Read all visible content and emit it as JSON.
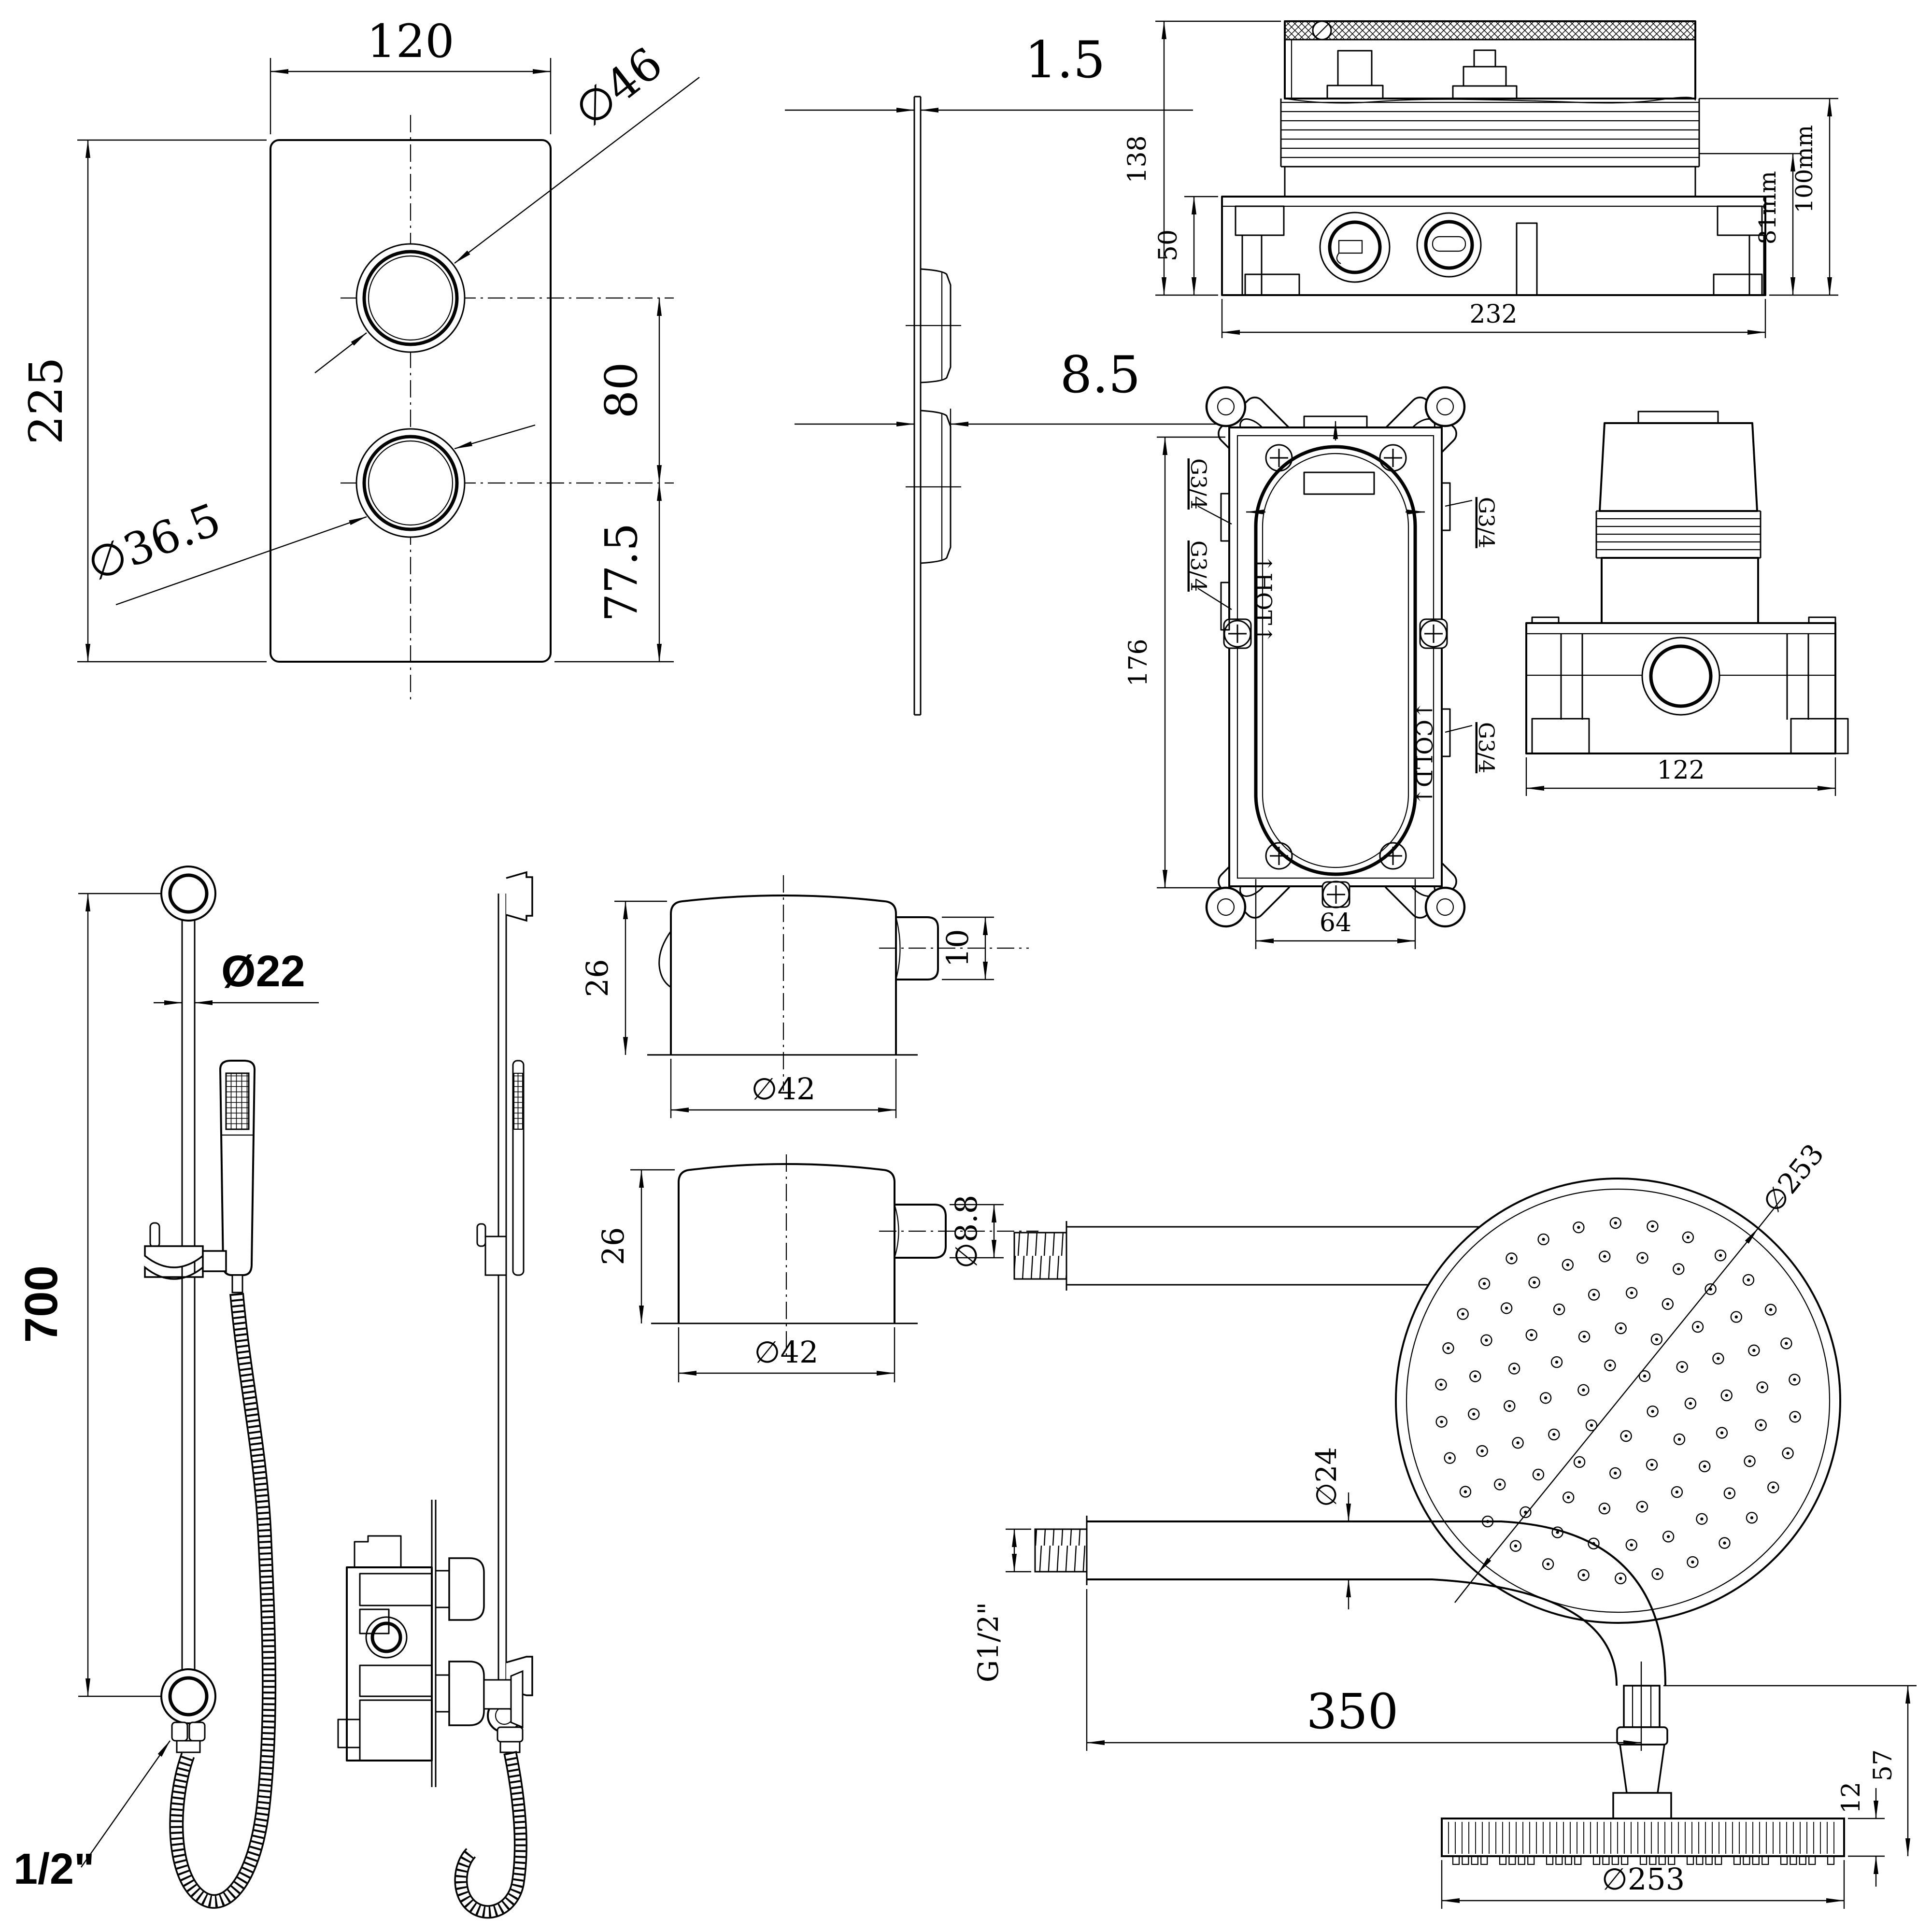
{
  "document_type": "shower-system-technical-drawing",
  "views": {
    "front_plate": {
      "dims": {
        "width": "120",
        "height": "225",
        "knob_outer_dia": "∅46",
        "knob_inner_dia": "∅36.5",
        "knob_spacing": "80",
        "bottom_offset": "77.5"
      }
    },
    "plate_side": {
      "dims": {
        "plate_thickness": "1.5",
        "knob_depth": "8.5"
      }
    },
    "valve_front": {
      "dims": {
        "total_height": "138",
        "box_height": "50",
        "width": "232",
        "depth_to_ribs": "81mm",
        "total_depth": "100mm"
      }
    },
    "mounting_box": {
      "dims": {
        "height": "176",
        "outlet_width": "64"
      },
      "labels": {
        "port_top_left": "G3/4",
        "port_mid_left": "G3/4",
        "port_top_right": "G3/4",
        "port_bottom_right": "G3/4",
        "hot": "↑HOT↑",
        "cold": "↓COLD↓"
      }
    },
    "valve_side": {
      "dims": {
        "width": "122"
      }
    },
    "slide_rail": {
      "dims": {
        "length": "700",
        "rail_dia": "Ø22",
        "hose_nut": "1/2\""
      }
    },
    "handle_detail_top": {
      "dims": {
        "height": "26",
        "dia": "∅42",
        "stub_len": "10"
      }
    },
    "handle_detail_bottom": {
      "dims": {
        "height": "26",
        "dia": "∅42",
        "stub_dia": "∅8.8"
      }
    },
    "shower_head_top": {
      "dims": {
        "dia": "∅253"
      },
      "nozzle_rings": [
        {
          "r": 75,
          "count": 6
        },
        {
          "r": 150,
          "count": 12
        },
        {
          "r": 225,
          "count": 18
        },
        {
          "r": 300,
          "count": 24
        },
        {
          "r": 368,
          "count": 30
        }
      ]
    },
    "shower_arm_side": {
      "dims": {
        "thread": "G1/2\"",
        "length": "350",
        "arm_dia": "∅24",
        "rim_height": "12",
        "head_height": "57",
        "head_dia": "∅253"
      }
    }
  }
}
